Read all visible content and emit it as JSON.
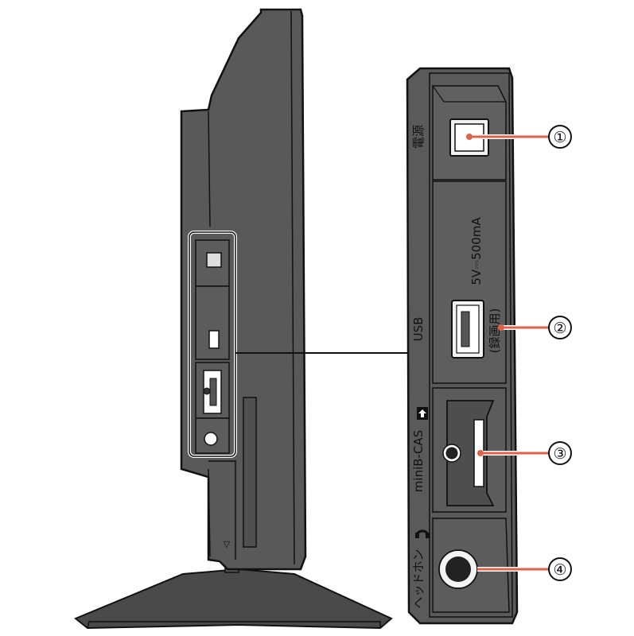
{
  "labels": {
    "power": "電源",
    "usb": "USB",
    "usb_rating": "5V⎓500mA",
    "usb_purpose": "(録画用)",
    "minibcas": "miniB-CAS",
    "headphone": "ヘッドホン",
    "stand_mark": "▽"
  },
  "callouts": [
    {
      "num": "①",
      "target": "power-switch"
    },
    {
      "num": "②",
      "target": "usb-port"
    },
    {
      "num": "③",
      "target": "minibcas-slot"
    },
    {
      "num": "④",
      "target": "headphone-jack"
    }
  ],
  "colors": {
    "panel": "#5a5a5a",
    "panel_dark": "#3c3c3c",
    "outline": "#111111",
    "leader": "#e0614a",
    "highlight": "#ffffff"
  }
}
